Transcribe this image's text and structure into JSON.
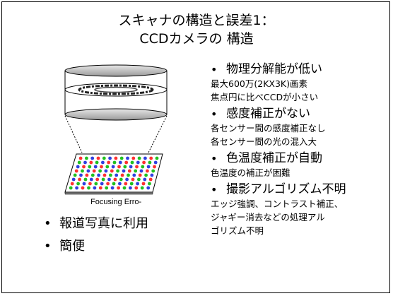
{
  "title": {
    "line1": "スキャナの構造と誤差1：",
    "line2": "CCDカメラの 構造"
  },
  "diagram": {
    "caption": "Focusing Erro-",
    "sensor_colors": {
      "red": "#ff3030",
      "green": "#20c020",
      "blue": "#2f3fe0"
    }
  },
  "left_bullets": [
    {
      "bullet": "•",
      "text": "報道写真に利用"
    },
    {
      "bullet": "•",
      "text": "簡便"
    }
  ],
  "right_sections": [
    {
      "bullet": "•",
      "heading": "物理分解能が低い",
      "lines": [
        "最大600万(2KX3K)画素",
        "焦点円に比べCCDが小さい"
      ]
    },
    {
      "bullet": "•",
      "heading": "感度補正がない",
      "lines": [
        "各センサー間の感度補正なし",
        "各センサー間の光の混入大"
      ]
    },
    {
      "bullet": "•",
      "heading": "色温度補正が自動",
      "lines": [
        "色温度の補正が困難"
      ]
    },
    {
      "bullet": "•",
      "heading": "撮影アルゴリズム不明",
      "lines": [
        "エッジ強調、コントラスト補正、",
        "ジャギー消去などの処理アル",
        "ゴリズム不明"
      ]
    }
  ]
}
